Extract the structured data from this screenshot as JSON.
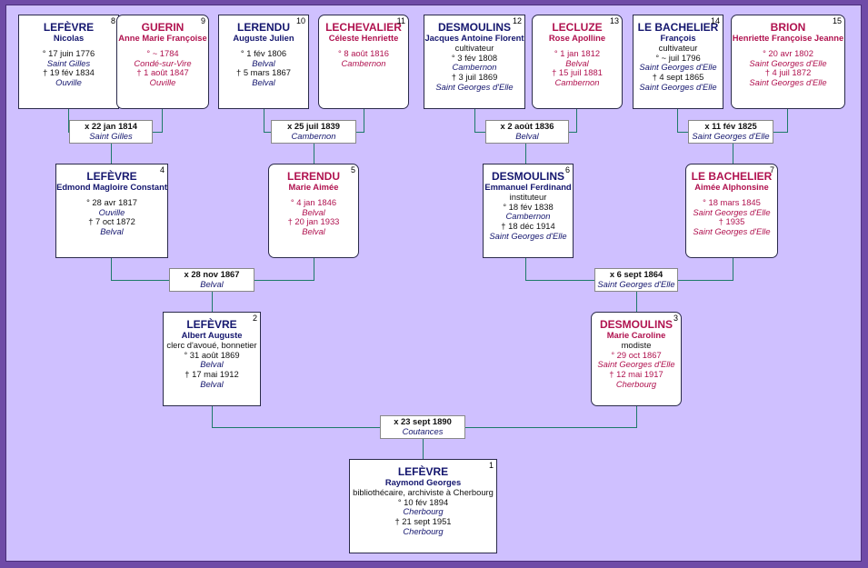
{
  "persons": {
    "p1": {
      "num": "1",
      "surname": "LEFÈVRE",
      "given": "Raymond Georges",
      "occ": "bibliothécaire, archiviste à Cherbourg",
      "birth": "° 10 fév 1894",
      "birth_place": "Cherbourg",
      "death": "† 21 sept 1951",
      "death_place": "Cherbourg"
    },
    "p2": {
      "num": "2",
      "surname": "LEFÈVRE",
      "given": "Albert Auguste",
      "occ": "clerc d'avoué, bonnetier",
      "birth": "° 31 août 1869",
      "birth_place": "Belval",
      "death": "† 17 mai 1912",
      "death_place": "Belval"
    },
    "p3": {
      "num": "3",
      "surname": "DESMOULINS",
      "given": "Marie Caroline",
      "occ": "modiste",
      "birth": "° 29 oct 1867",
      "birth_place": "Saint Georges d'Elle",
      "death": "† 12 mai 1917",
      "death_place": "Cherbourg"
    },
    "p4": {
      "num": "4",
      "surname": "LEFÈVRE",
      "given": "Edmond Magloire Constant",
      "birth": "° 28 avr 1817",
      "birth_place": "Ouville",
      "death": "† 7 oct 1872",
      "death_place": "Belval"
    },
    "p5": {
      "num": "5",
      "surname": "LERENDU",
      "given": "Marie Aimée",
      "birth": "° 4 jan 1846",
      "birth_place": "Belval",
      "death": "† 20 jan 1933",
      "death_place": "Belval"
    },
    "p6": {
      "num": "6",
      "surname": "DESMOULINS",
      "given": "Emmanuel Ferdinand",
      "occ": "instituteur",
      "birth": "° 18 fév 1838",
      "birth_place": "Cambernon",
      "death": "† 18 déc 1914",
      "death_place": "Saint Georges d'Elle"
    },
    "p7": {
      "num": "7",
      "surname": "LE BACHELIER",
      "given": "Aimée Alphonsine",
      "birth": "° 18 mars 1845",
      "birth_place": "Saint Georges d'Elle",
      "death": "† 1935",
      "death_place": "Saint Georges d'Elle"
    },
    "p8": {
      "num": "8",
      "surname": "LEFÈVRE",
      "given": "Nicolas",
      "birth": "° 17 juin 1776",
      "birth_place": "Saint Gilles",
      "death": "† 19 fév 1834",
      "death_place": "Ouville"
    },
    "p9": {
      "num": "9",
      "surname": "GUERIN",
      "given": "Anne Marie Françoise",
      "birth": "° ~ 1784",
      "birth_place": "Condé-sur-Vire",
      "death": "† 1 août 1847",
      "death_place": "Ouville"
    },
    "p10": {
      "num": "10",
      "surname": "LERENDU",
      "given": "Auguste Julien",
      "birth": "° 1 fév 1806",
      "birth_place": "Belval",
      "death": "† 5 mars 1867",
      "death_place": "Belval"
    },
    "p11": {
      "num": "11",
      "surname": "LECHEVALIER",
      "given": "Céleste Henriette",
      "birth": "° 8 août 1816",
      "birth_place": "Cambernon"
    },
    "p12": {
      "num": "12",
      "surname": "DESMOULINS",
      "given": "Jacques Antoine Florent",
      "occ": "cultivateur",
      "birth": "° 3 fév 1808",
      "birth_place": "Cambernon",
      "death": "† 3 juil 1869",
      "death_place": "Saint Georges d'Elle"
    },
    "p13": {
      "num": "13",
      "surname": "LECLUZE",
      "given": "Rose Apolline",
      "birth": "° 1 jan 1812",
      "birth_place": "Belval",
      "death": "† 15 juil 1881",
      "death_place": "Cambernon"
    },
    "p14": {
      "num": "14",
      "surname": "LE BACHELIER",
      "given": "François",
      "occ": "cultivateur",
      "birth": "° ~ juil 1796",
      "birth_place": "Saint Georges d'Elle",
      "death": "† 4 sept 1865",
      "death_place": "Saint Georges d'Elle"
    },
    "p15": {
      "num": "15",
      "surname": "BRION",
      "given": "Henriette Françoise Jeanne",
      "birth": "° 20 avr 1802",
      "birth_place": "Saint Georges d'Elle",
      "death": "† 4 juil 1872",
      "death_place": "Saint Georges d'Elle"
    }
  },
  "marriages": {
    "m8_9": {
      "date": "x 22 jan 1814",
      "place": "Saint Gilles"
    },
    "m10_11": {
      "date": "x 25 juil 1839",
      "place": "Cambernon"
    },
    "m12_13": {
      "date": "x 2 août 1836",
      "place": "Belval"
    },
    "m14_15": {
      "date": "x 11 fév 1825",
      "place": "Saint Georges d'Elle"
    },
    "m4_5": {
      "date": "x 28 nov 1867",
      "place": "Belval"
    },
    "m6_7": {
      "date": "x 6 sept 1864",
      "place": "Saint Georges d'Elle"
    },
    "m2_3": {
      "date": "x 23 sept 1890",
      "place": "Coutances"
    }
  },
  "colors": {
    "background": "#cfc0ff",
    "frame": "#6f4ba7",
    "male": "#14166e",
    "female": "#b0124f",
    "connector": "#1d7a6a"
  }
}
